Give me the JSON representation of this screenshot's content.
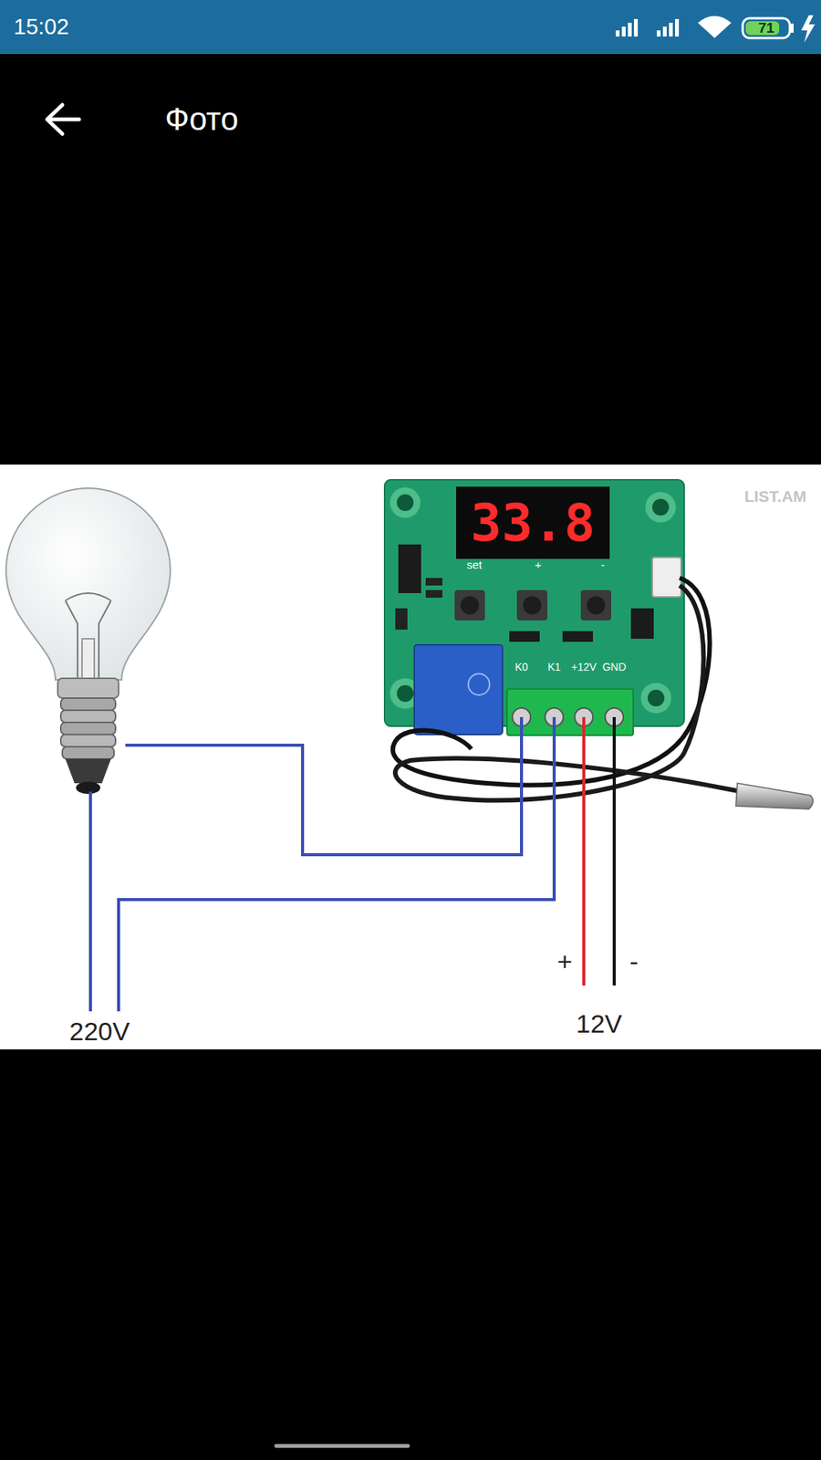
{
  "diagram": {
    "nodes": [
      {
        "text": [
          "set",
          "+",
          "-",
          "K0",
          "K1",
          "+12V",
          "GND"
        ]
      },
      {
        "text": [
          "33.8"
        ],
        "in": 0
      }
    ],
    "labels": [
      "15:02",
      "71",
      "Фото",
      "LIST.AM",
      "220V",
      "+",
      "-",
      "12V"
    ]
  }
}
